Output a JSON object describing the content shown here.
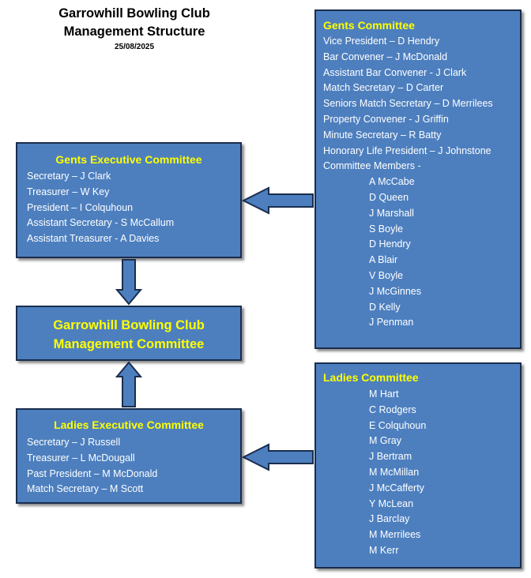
{
  "header": {
    "title_line1": "Garrowhill Bowling Club",
    "title_line2": "Management Structure",
    "date": "25/08/2025"
  },
  "colors": {
    "box_fill": "#4d7fbf",
    "box_border": "#1a2d4d",
    "title_text": "#ffff00",
    "body_text": "#ffffff"
  },
  "gents_committee": {
    "title": "Gents Committee",
    "roles": [
      "Vice President – D Hendry",
      "Bar Convener – J McDonald",
      "Assistant Bar Convener - J Clark",
      "Match Secretary – D Carter",
      "Seniors Match Secretary – D Merrilees",
      "Property Convener -  J Griffin",
      "Minute Secretary – R Batty",
      "Honorary Life President – J Johnstone",
      "Committee Members -"
    ],
    "members": [
      "A McCabe",
      "D Queen",
      "J Marshall",
      "S Boyle",
      "D Hendry",
      "A Blair",
      "V Boyle",
      "J McGinnes",
      "D Kelly",
      " J Penman"
    ]
  },
  "gents_executive": {
    "title": "Gents Executive Committee",
    "roles": [
      "Secretary – J Clark",
      "Treasurer – W Key",
      "President – I Colquhoun",
      "Assistant Secretary -  S McCallum",
      "Assistant Treasurer - A Davies"
    ]
  },
  "management_committee": {
    "title_line1": "Garrowhill Bowling Club",
    "title_line2": "Management Committee"
  },
  "ladies_executive": {
    "title": "Ladies Executive Committee",
    "roles": [
      "Secretary – J Russell",
      "Treasurer – L McDougall",
      "Past President – M McDonald",
      "Match Secretary – M Scott"
    ]
  },
  "ladies_committee": {
    "title": "Ladies Committee",
    "members": [
      "M Hart",
      "C Rodgers",
      "E Colquhoun",
      "M Gray",
      "J Bertram",
      "M McMillan",
      "J McCafferty",
      "Y McLean",
      "J Barclay",
      "M Merrilees",
      "M Kerr"
    ]
  }
}
